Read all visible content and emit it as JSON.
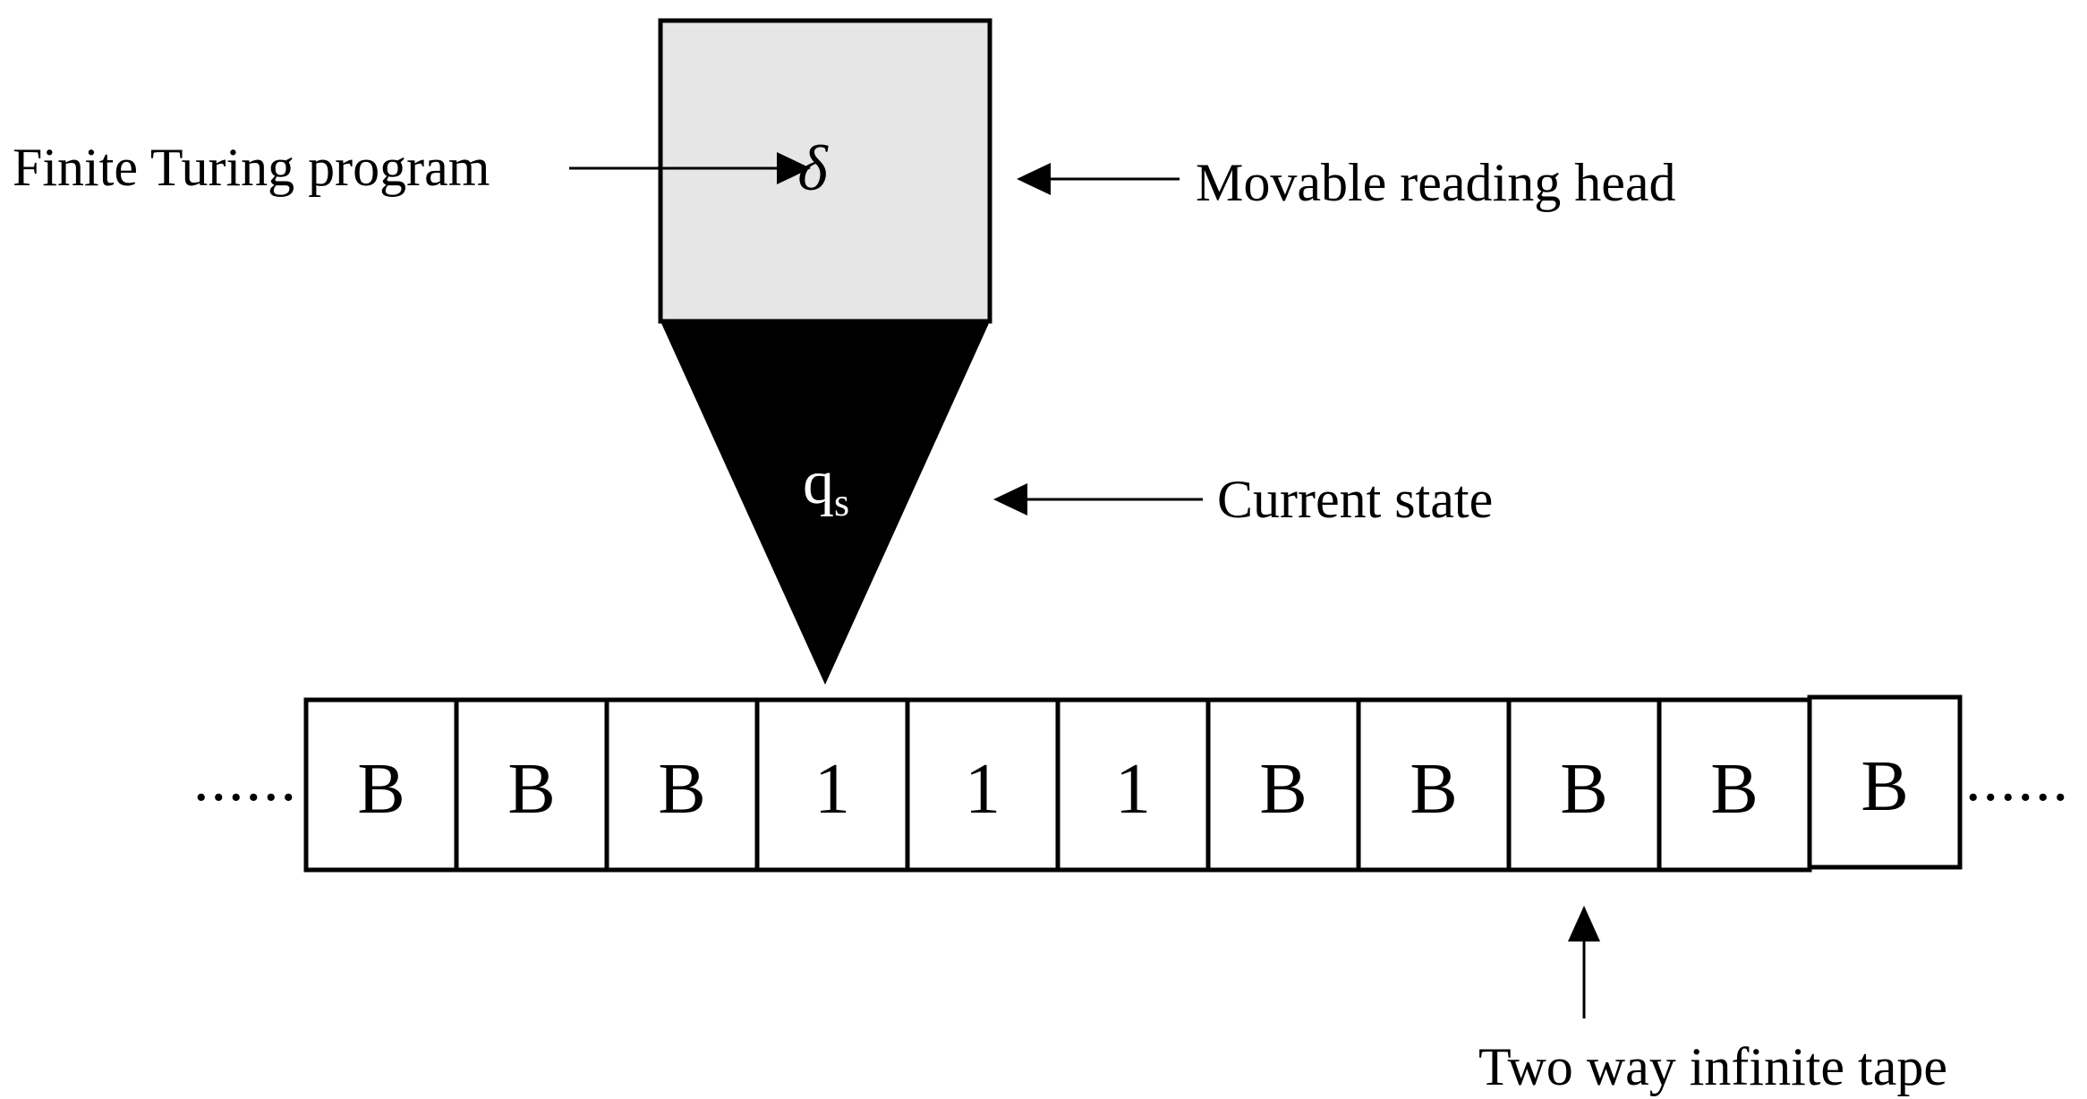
{
  "labels": {
    "program": "Finite Turing program",
    "head": "Movable reading head",
    "state": "Current state",
    "tape": "Two way infinite tape"
  },
  "control_unit": {
    "delta": "δ",
    "state_symbol": "q",
    "state_subscript": "s"
  },
  "tape": {
    "left_ellipsis": "......",
    "right_ellipsis": "......",
    "cells": [
      "B",
      "B",
      "B",
      "1",
      "1",
      "1",
      "B",
      "B",
      "B",
      "B",
      "B"
    ]
  },
  "colors": {
    "box_fill": "#e6e6e6",
    "triangle_fill": "#000000",
    "stroke": "#000000",
    "background": "#ffffff"
  }
}
